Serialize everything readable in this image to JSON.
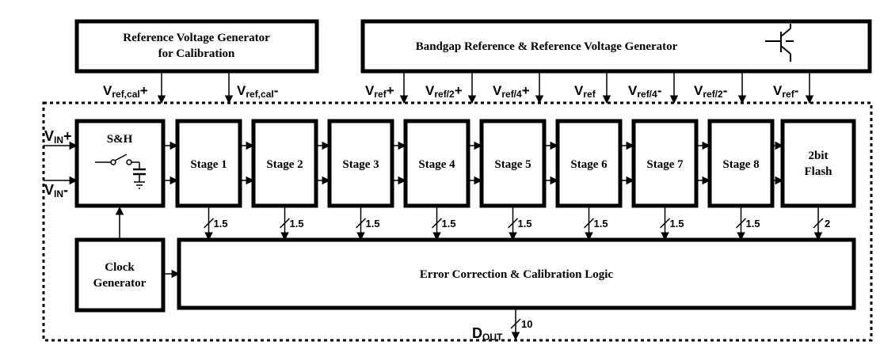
{
  "top_blocks": {
    "ref_cal": {
      "line1": "Reference Voltage Generator",
      "line2": "for Calibration"
    },
    "bandgap": {
      "label": "Bandgap Reference & Reference Voltage Generator"
    }
  },
  "reference_signals": {
    "ref_cal_plus": {
      "main": "V",
      "sub": "ref,cal",
      "sign": "+"
    },
    "ref_cal_minus": {
      "main": "V",
      "sub": "ref,cal",
      "sign": "-"
    },
    "vref_plus": {
      "main": "V",
      "sub": "ref",
      "sign": "+"
    },
    "vref2_plus": {
      "main": "V",
      "sub": "ref/2",
      "sign": "+"
    },
    "vref4_plus": {
      "main": "V",
      "sub": "ref/4",
      "sign": "+"
    },
    "vref": {
      "main": "V",
      "sub": "ref",
      "sign": ""
    },
    "vref4_minus": {
      "main": "V",
      "sub": "ref/4",
      "sign": "-"
    },
    "vref2_minus": {
      "main": "V",
      "sub": "ref/2",
      "sign": "-"
    },
    "vref_minus": {
      "main": "V",
      "sub": "ref",
      "sign": "-"
    }
  },
  "inputs": {
    "vin_plus": {
      "main": "V",
      "sub": "IN",
      "sign": "+"
    },
    "vin_minus": {
      "main": "V",
      "sub": "IN",
      "sign": "-"
    }
  },
  "sample_hold": {
    "label": "S&H"
  },
  "stages": [
    {
      "label": "Stage 1",
      "bits": "1.5"
    },
    {
      "label": "Stage 2",
      "bits": "1.5"
    },
    {
      "label": "Stage 3",
      "bits": "1.5"
    },
    {
      "label": "Stage 4",
      "bits": "1.5"
    },
    {
      "label": "Stage 5",
      "bits": "1.5"
    },
    {
      "label": "Stage 6",
      "bits": "1.5"
    },
    {
      "label": "Stage 7",
      "bits": "1.5"
    },
    {
      "label": "Stage 8",
      "bits": "1.5"
    }
  ],
  "flash": {
    "line1": "2bit",
    "line2": "Flash",
    "bits": "2"
  },
  "clock": {
    "line1": "Clock",
    "line2": "Generator"
  },
  "logic": {
    "label": "Error Correction & Calibration Logic"
  },
  "output": {
    "main": "D",
    "sub": "OUT",
    "bits": "10"
  }
}
